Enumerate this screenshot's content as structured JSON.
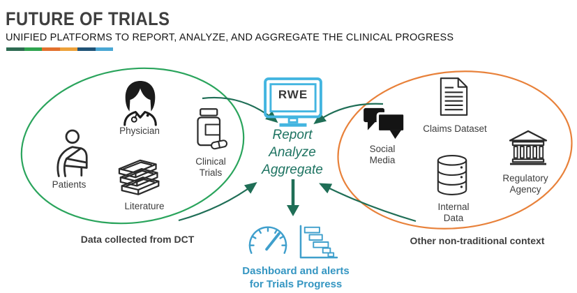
{
  "header": {
    "title": "FUTURE OF TRIALS",
    "subtitle": "UNIFIED PLATFORMS TO REPORT, ANALYZE, AND AGGREGATE THE CLINICAL PROGRESS",
    "accent_colors": [
      "#2e6b52",
      "#2fa44f",
      "#e2702d",
      "#eda13a",
      "#205377",
      "#4aa7d4"
    ]
  },
  "left_group": {
    "caption": "Data collected from DCT",
    "outline_color": "#2aa45c",
    "items": [
      {
        "label": "Physician",
        "icon": "physician-icon"
      },
      {
        "label": "Patients",
        "icon": "patient-arm-sling-icon"
      },
      {
        "label": "Literature",
        "icon": "books-stack-icon"
      },
      {
        "label": "Clinical Trials",
        "icon": "pill-bottle-icon"
      }
    ]
  },
  "right_group": {
    "caption": "Other non-traditional context",
    "outline_color": "#e8813a",
    "items": [
      {
        "label": "Social Media",
        "icon": "chat-bubbles-icon"
      },
      {
        "label": "Claims Dataset",
        "icon": "document-icon"
      },
      {
        "label": "Internal Data",
        "icon": "database-icon"
      },
      {
        "label": "Regulatory Agency",
        "icon": "bank-building-icon"
      }
    ]
  },
  "center": {
    "monitor_label": "RWE",
    "monitor_color": "#43b5e0",
    "steps": [
      "Report",
      "Analyze",
      "Aggregate"
    ],
    "steps_color": "#1d7361",
    "arrow_color": "#1f6e56"
  },
  "bottom": {
    "caption_line1": "Dashboard and alerts",
    "caption_line2": "for Trials Progress",
    "color": "#3596c2"
  }
}
